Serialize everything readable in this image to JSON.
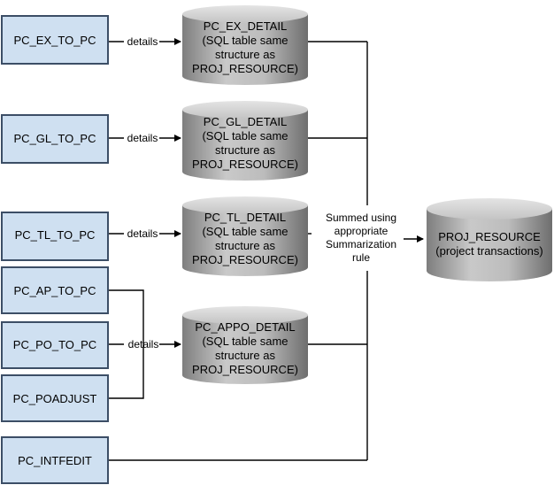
{
  "programs": {
    "ex": "PC_EX_TO_PC",
    "gl": "PC_GL_TO_PC",
    "tl": "PC_TL_TO_PC",
    "ap": "PC_AP_TO_PC",
    "po": "PC_PO_TO_PC",
    "poadjust": "PC_POADJUST",
    "intfedit": "PC_INTFEDIT"
  },
  "details_label": "details",
  "tables": {
    "ex": {
      "name": "PC_EX_DETAIL",
      "line1": "(SQL table same",
      "line2": "structure as",
      "line3": "PROJ_RESOURCE)"
    },
    "gl": {
      "name": "PC_GL_DETAIL",
      "line1": "(SQL table same",
      "line2": "structure as",
      "line3": "PROJ_RESOURCE)"
    },
    "tl": {
      "name": "PC_TL_DETAIL",
      "line1": "(SQL table same",
      "line2": "structure as",
      "line3": "PROJ_RESOURCE)"
    },
    "appo": {
      "name": "PC_APPO_DETAIL",
      "line1": "(SQL table same",
      "line2": "structure as",
      "line3": "PROJ_RESOURCE)"
    }
  },
  "summed": {
    "line1": "Summed using",
    "line2": "appropriate",
    "line3": "Summarization",
    "line4": "rule"
  },
  "target": {
    "line1": "PROJ_RESOURCE",
    "line2": "(project transactions)"
  },
  "colors": {
    "box_fill": "#cfe0f1",
    "box_stroke": "#3c4e66",
    "cylinder_fill": "#a8a8a8",
    "line": "#000000"
  }
}
